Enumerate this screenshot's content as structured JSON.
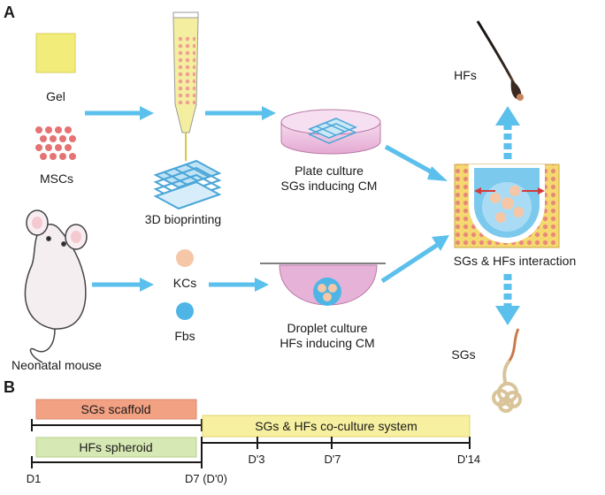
{
  "panel_a": {
    "letter": "A",
    "gel_label": "Gel",
    "mscs_label": "MSCs",
    "bioprinting_label": "3D bioprinting",
    "plate_culture_line1": "Plate culture",
    "plate_culture_line2": "SGs inducing CM",
    "mouse_label": "Neonatal mouse",
    "kcs_label": "KCs",
    "fbs_label": "Fbs",
    "droplet_line1": "Droplet culture",
    "droplet_line2": "HFs inducing CM",
    "interaction_label": "SGs & HFs interaction",
    "hfs_label": "HFs",
    "sgs_label": "SGs"
  },
  "panel_b": {
    "letter": "B",
    "scaffold_label": "SGs scaffold",
    "spheroid_label": "HFs spheroid",
    "coculture_label": "SGs & HFs co-culture system",
    "ticks": {
      "d1": "D1",
      "d7": "D7 (D'0)",
      "d3p": "D'3",
      "d7p": "D'7",
      "d14p": "D'14"
    }
  },
  "colors": {
    "arrow_blue": "#5bc0eb",
    "gel_yellow": "#f2ec7a",
    "cell_red": "#e57373",
    "kc_peach": "#f6c7a6",
    "fbs_blue": "#4fb5e6",
    "dish_pink": "#e9b7d9",
    "scaffold_orange": "#f3a183",
    "spheroid_green": "#d6e8b3",
    "coculture_yellow": "#f7f0a0"
  }
}
